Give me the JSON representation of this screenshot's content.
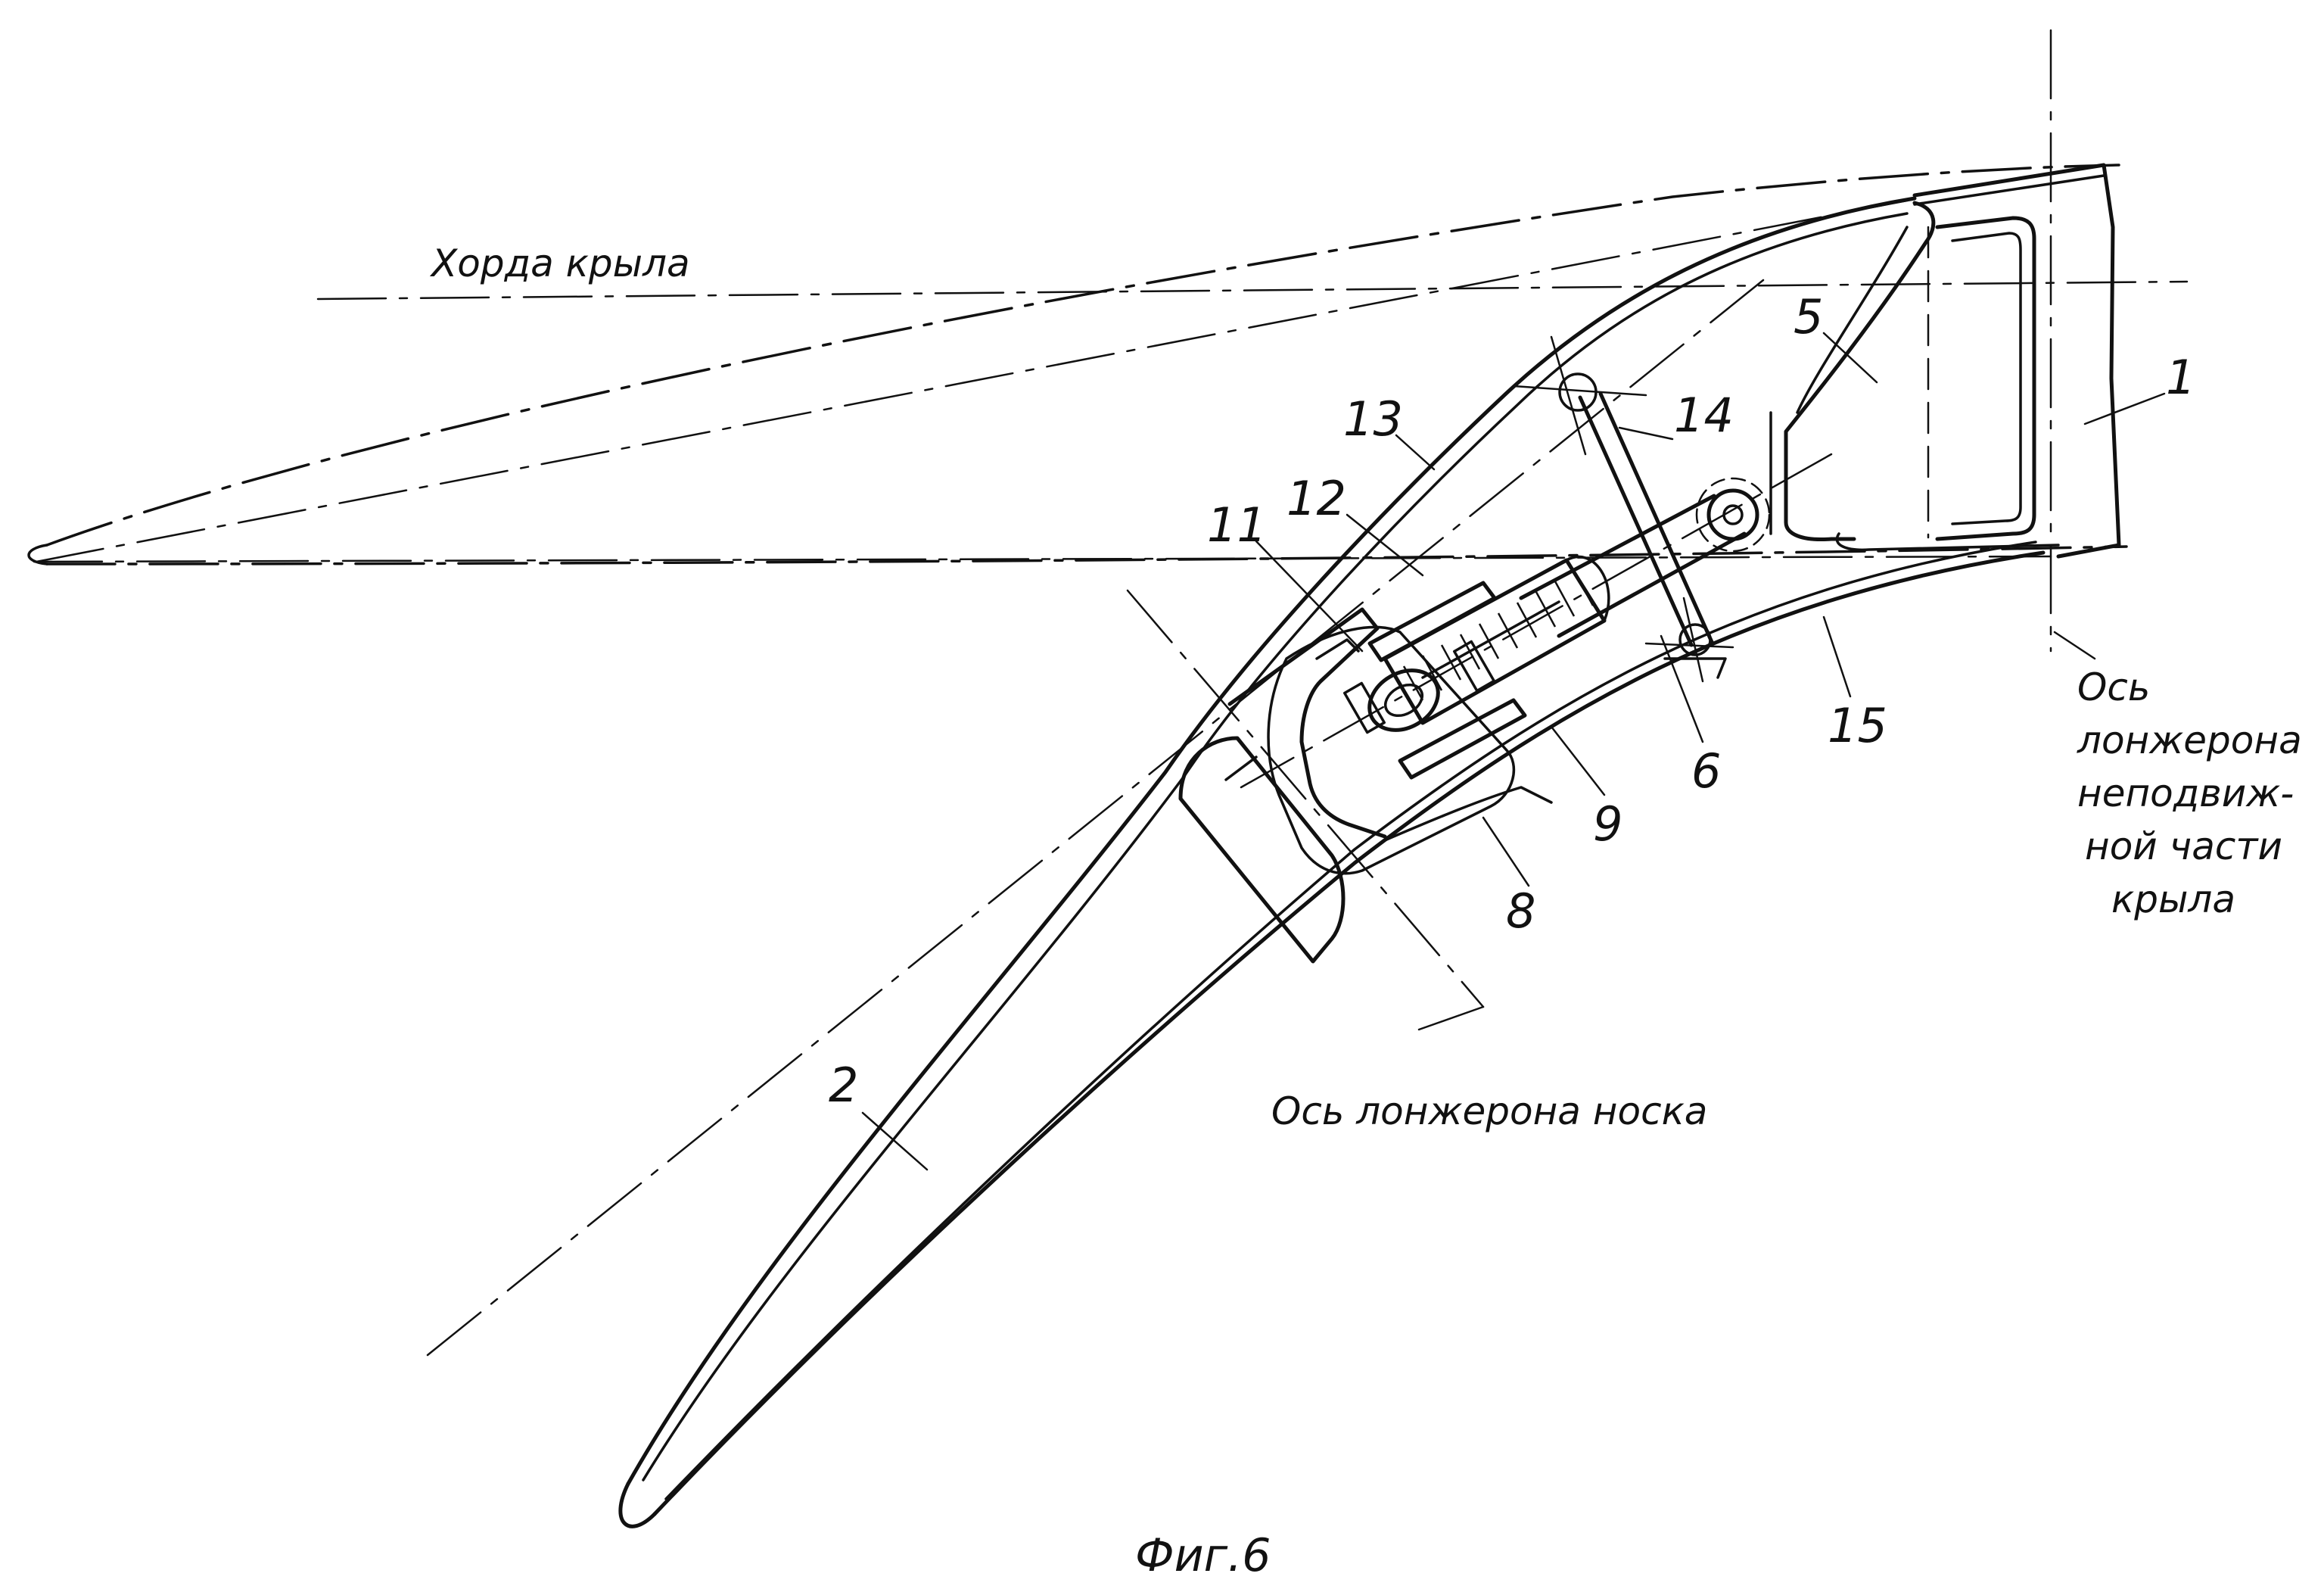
{
  "labels": {
    "chord": "Хорда крыла",
    "nose_spar_axis": "Ось лонжерона носка",
    "fixed_spar_axis": [
      "Ось",
      "лонжерона",
      "неподвиж-",
      "ной части",
      "крыла"
    ],
    "figure": "Фиг.6"
  },
  "numbers": {
    "n1": "1",
    "n2": "2",
    "n5": "5",
    "n6": "6",
    "n8": "8",
    "n9": "9",
    "n11": "11",
    "n12": "12",
    "n13": "13",
    "n14": "14",
    "n15": "15"
  },
  "colors": {
    "ink": "#111111",
    "paper": "#ffffff"
  }
}
